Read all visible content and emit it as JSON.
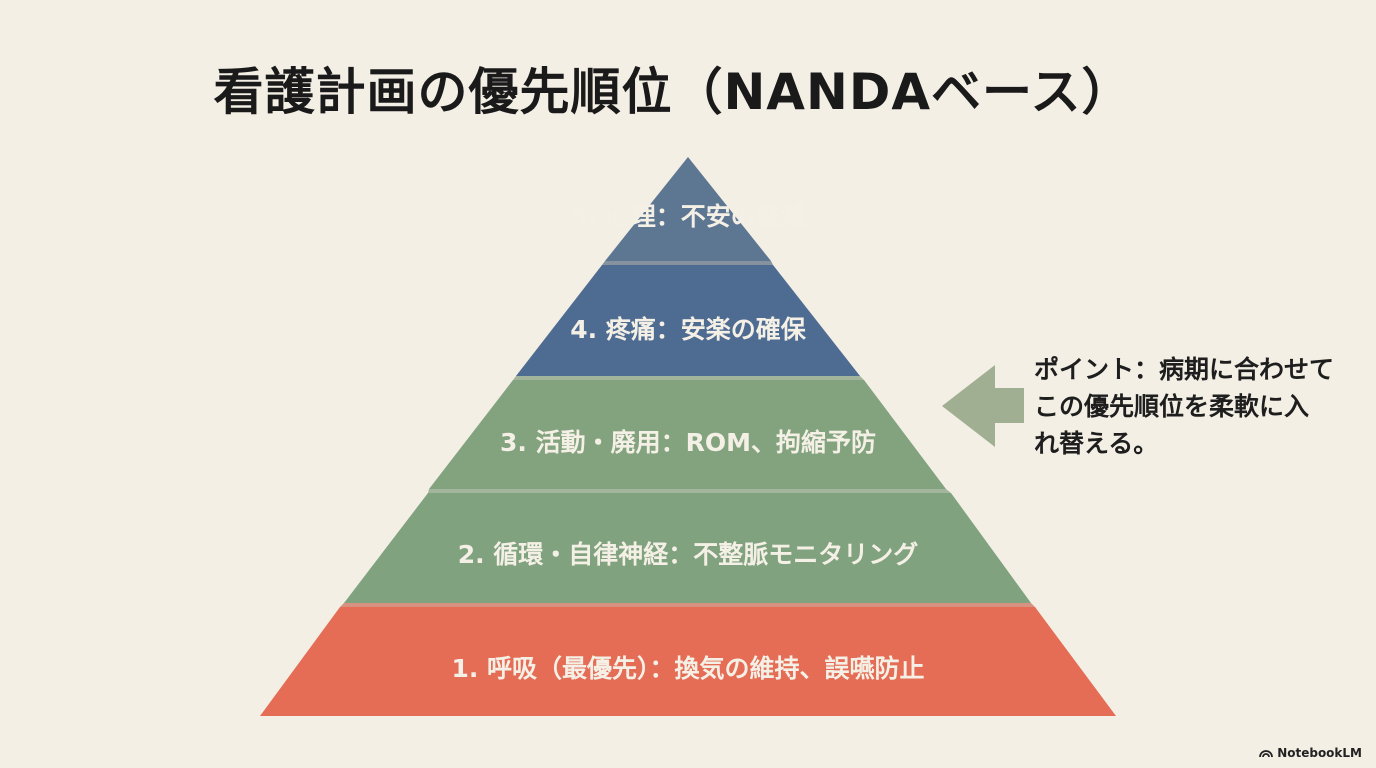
{
  "title": "看護計画の優先順位（NANDAベース）",
  "tiers": [
    {
      "label": "5. 心理：不安の軽減",
      "color": "#5d7691"
    },
    {
      "label": "4. 疼痛：安楽の確保",
      "color": "#4e6b92"
    },
    {
      "label": "3. 活動・廃用：ROM、拘縮予防",
      "color": "#83a37f"
    },
    {
      "label": "2. 循環・自律神経：不整脈モニタリング",
      "color": "#80a27e"
    },
    {
      "label": "1. 呼吸（最優先）：換気の維持、誤嚥防止",
      "color": "#e56c55"
    }
  ],
  "callout": {
    "lines": [
      "ポイント：病期に合わせて",
      "この優先順位を柔軟に入",
      "れ替える。"
    ],
    "arrow_color": "#a0ae91"
  },
  "branding": {
    "label": "NotebookLM"
  }
}
